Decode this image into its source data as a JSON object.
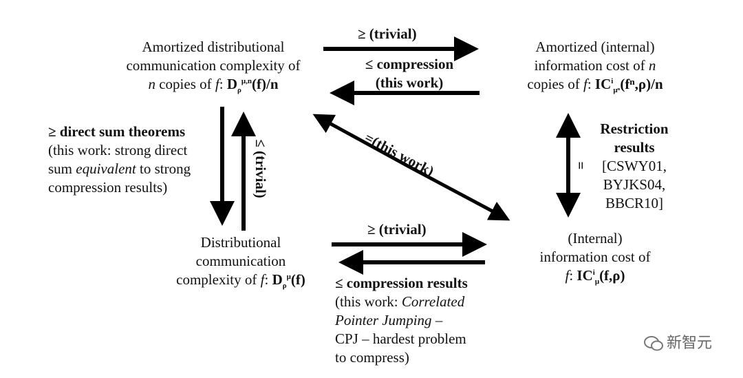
{
  "nodes": {
    "amortized_dist": {
      "line1": "Amortized distributional",
      "line2": "communication complexity of",
      "n": "n",
      "line3_mid": " copies of ",
      "f": "f",
      "colon": ": ",
      "D": "D",
      "sub": "ρ",
      "sup": "μ,n",
      "tail": "(f)/n"
    },
    "amortized_info": {
      "line1": "Amortized (internal)",
      "line2_pre": "information cost of ",
      "n": "n",
      "line3_pre": "copies of ",
      "f": "f",
      "colon": ": ",
      "IC": "IC",
      "sup": "i",
      "sub": "μⁿ",
      "tail": "(fⁿ,ρ)/n"
    },
    "distributional": {
      "line1": "Distributional",
      "line2": "communication",
      "line3_pre": "complexity of ",
      "f": "f",
      "colon": ": ",
      "D": "D",
      "sub": "ρ",
      "sup": "μ",
      "tail": "(f)"
    },
    "internal_info": {
      "line1": "(Internal)",
      "line2": "information cost of",
      "f": "f",
      "colon": ": ",
      "IC": "IC",
      "sup": "i",
      "sub": "μ",
      "tail": "(f,ρ)"
    }
  },
  "edges": {
    "top_right": "≥ (trivial)",
    "top_left_1": "≤ compression",
    "top_left_2": "(this work)",
    "left_down_bold": "≥ direct sum theorems",
    "left_down_1": "(this work: strong direct",
    "left_down_2a": "sum ",
    "left_down_2b": "equivalent",
    "left_down_2c": " to strong",
    "left_down_3": "compression results)",
    "left_up": "≤ (trivial)",
    "diagonal": "=(this work)",
    "right_bold_1": "Restriction",
    "right_bold_2": "results",
    "right_eq": "=",
    "right_ref_1": "[CSWY01,",
    "right_ref_2": "BYJKS04,",
    "right_ref_3": "BBCR10]",
    "bottom_right": "≥ (trivial)",
    "bottom_left_bold": "≤ compression results",
    "bottom_left_1a": "(this work: ",
    "bottom_left_1b": "Correlated",
    "bottom_left_2a": "Pointer Jumping",
    "bottom_left_2b": " –",
    "bottom_left_3": "CPJ – hardest problem",
    "bottom_left_4": "to compress)"
  },
  "watermark": "新智元"
}
